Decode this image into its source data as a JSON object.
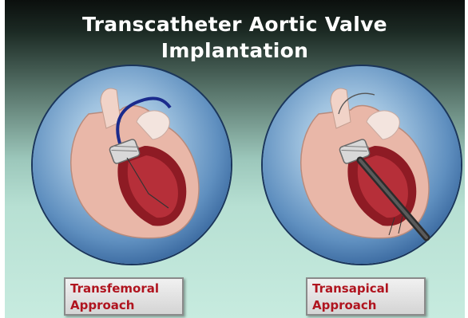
{
  "title": {
    "line1": "Transcatheter Aortic Valve",
    "line2": "Implantation"
  },
  "panels": [
    {
      "label_line1": "Transfemoral",
      "label_line2": "Approach",
      "illustration": "heart-with-catheter-through-aorta"
    },
    {
      "label_line1": "Transapical",
      "label_line2": "Approach",
      "illustration": "heart-with-catheter-through-apex"
    }
  ],
  "colors": {
    "label_text": "#b0141f",
    "title_text": "#ffffff",
    "circle_blue": "#27558f"
  }
}
